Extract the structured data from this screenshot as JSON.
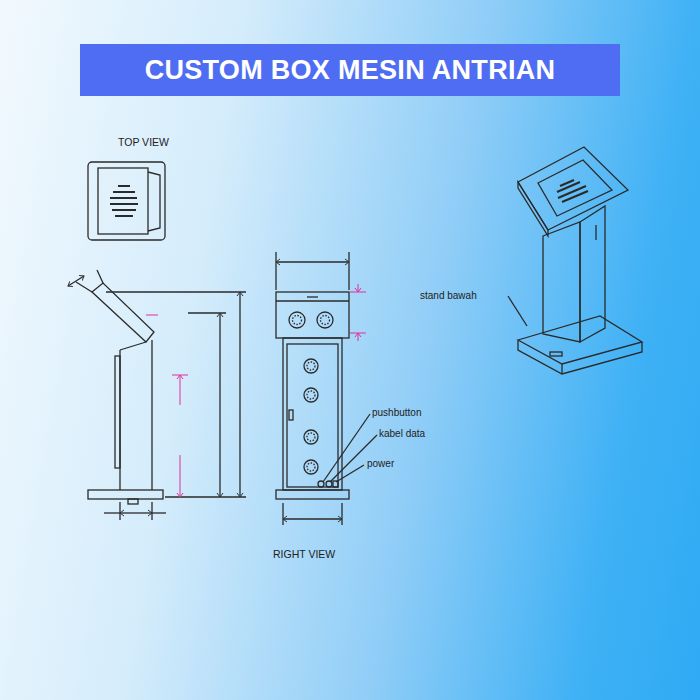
{
  "diagram": {
    "title": "CUSTOM BOX MESIN ANTRIAN",
    "labels": [
      "TOP VIEW",
      "stand bawah",
      "pushbutton",
      "kabel data",
      "power",
      "RIGHT VIEW"
    ]
  }
}
